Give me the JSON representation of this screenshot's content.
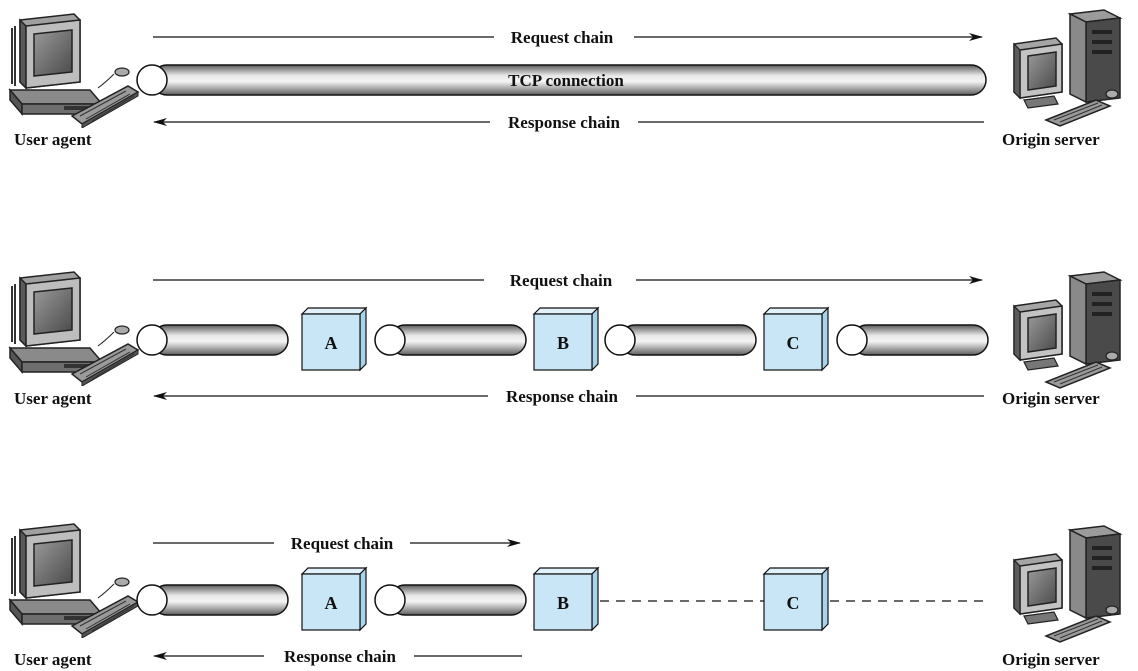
{
  "panels": [
    {
      "user_label": "User agent",
      "server_label": "Origin server",
      "request_label": "Request chain",
      "response_label": "Response chain",
      "connection_label": "TCP connection",
      "intermediaries": []
    },
    {
      "user_label": "User agent",
      "server_label": "Origin server",
      "request_label": "Request chain",
      "response_label": "Response chain",
      "intermediaries": [
        "A",
        "B",
        "C"
      ]
    },
    {
      "user_label": "User agent",
      "server_label": "Origin server",
      "request_label": "Request chain",
      "response_label": "Response chain",
      "intermediaries": [
        "A",
        "B",
        "C"
      ]
    }
  ],
  "colors": {
    "box_fill": "#c9e6f6",
    "box_side": "#a8d3ec",
    "pipe_dark": "#6d6d6d",
    "pipe_light": "#efefef"
  }
}
